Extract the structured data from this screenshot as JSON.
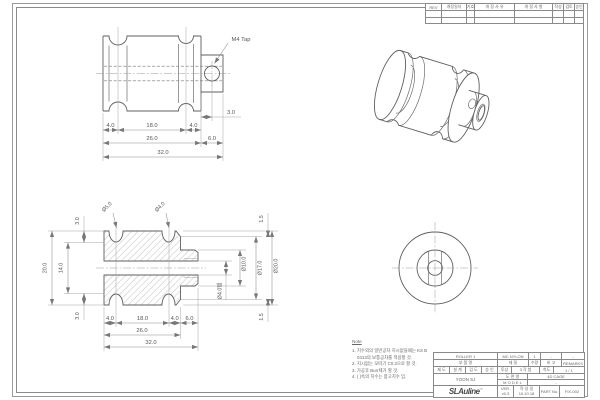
{
  "revision_table": {
    "headers": [
      "REV",
      "개정일자",
      "기호",
      "개 정 사 유",
      "개 정 사 항",
      "작성",
      "검토",
      "승인"
    ]
  },
  "top_view": {
    "m4_label": "M4 Tap",
    "dim_4a": "4.0",
    "dim_18": "18.0",
    "dim_4b": "4.0",
    "dim_3": "3.0",
    "dim_26": "26.0",
    "dim_6": "6.0",
    "dim_32": "32.0"
  },
  "section_view": {
    "groove_d5": "Ø5.0",
    "groove_d4": "Ø4.0",
    "dim_3_top": "3.0",
    "dim_20": "20.0",
    "dim_14": "14.0",
    "dim_3_bot": "3.0",
    "dim_15_top": "1.5",
    "dim_15_bot": "1.5",
    "tap_d4": "Ø4.0탭",
    "dim_d10": "Ø10.0",
    "dim_d17": "Ø17.0",
    "dim_d20": "Ø20.0",
    "dim_4a": "4.0",
    "dim_18": "18.0",
    "dim_4b": "4.0",
    "dim_6": "6.0",
    "dim_26": "26.0",
    "dim_32": "32.0"
  },
  "notes": {
    "title": "Note",
    "items": [
      "1. 치수외의 일반공차 지시없을때는 KS B 0413의 보통공차를 적용할 것.",
      "2. 지시없는 모따기 C0.3으로 할 것.",
      "3. 가공후 Burr제거 할 것.",
      "4. ( )속의 치수는 참고치수 임."
    ]
  },
  "title_block": {
    "part_name": "ROLLER 1",
    "material": "MC NYLON",
    "qty": "1",
    "spec": "-",
    "remarks_value": "-",
    "label_part_name": "부 품 명",
    "label_material": "재 질",
    "label_qty": "수량",
    "label_spec": "비 고",
    "label_remarks": "REMARKS",
    "label_draft": "제 도",
    "label_design": "설 계",
    "label_check": "검 도",
    "label_approve": "승 인",
    "label_projection": "투상",
    "projection": "3 각 법",
    "label_scale": "척도",
    "scale": "1 / 1",
    "drafter": "YOON SJ",
    "label_drawing_name": "도 면 명",
    "drawing_name": "4D CAGE",
    "label_model": "M O D E L",
    "model": "-",
    "logo": "SLAuline",
    "logo_tm": "™",
    "label_ver": "VER.",
    "ver": "v0.3",
    "label_date": "작 성 일",
    "date": "10.10.18",
    "label_part_no": "PART No.",
    "part_no": "FIX-002"
  },
  "colors": {
    "line": "#5f5f5f",
    "dim": "#8a8a8a",
    "text": "#555555"
  }
}
